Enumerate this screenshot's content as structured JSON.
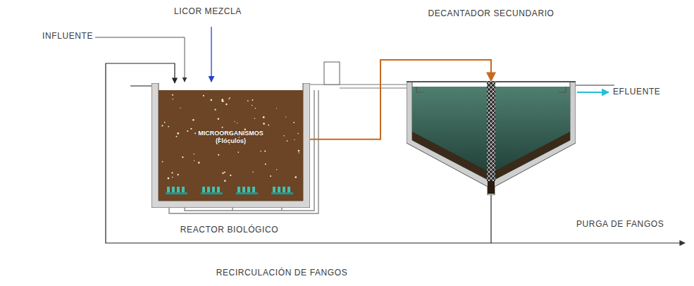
{
  "diagram": {
    "nodes": [
      {
        "text": [
          "MICROORGANISMOS (Flóculos)",
          "REACTOR BIOLÓGICO"
        ]
      },
      {
        "text": [
          "DECANTADOR SECUNDARIO"
        ]
      }
    ],
    "edges": [
      {
        "from": 0,
        "to": 1,
        "arrow": "to"
      },
      {
        "from": 1,
        "to": 0,
        "arrow": "to",
        "label": "RECIRCULACIÓN DE FANGOS"
      }
    ],
    "labels": [
      "INFLUENTE",
      "LICOR MEZCLA",
      "EFLUENTE",
      "PURGA DE FANGOS"
    ]
  }
}
